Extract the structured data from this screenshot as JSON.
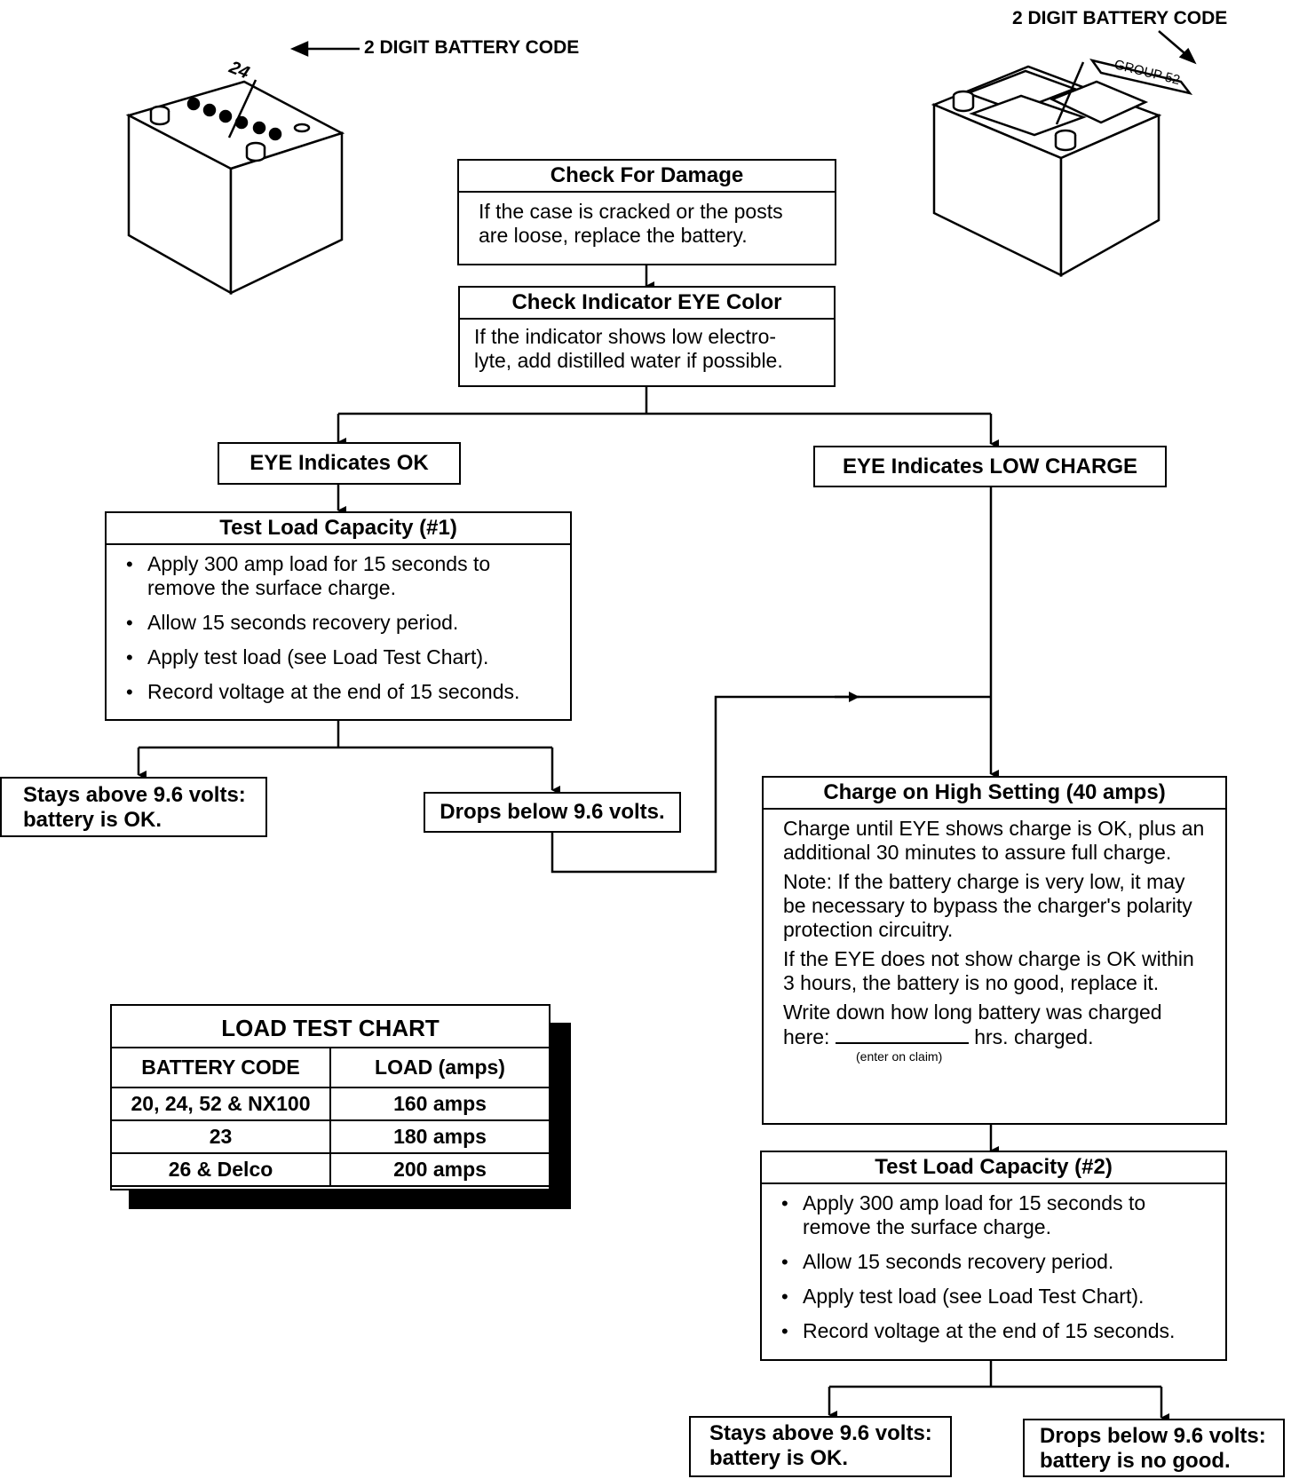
{
  "battery_left": {
    "callout": "2 DIGIT BATTERY CODE",
    "printed_code": "24"
  },
  "battery_right": {
    "callout": "2 DIGIT BATTERY CODE",
    "tag": "GROUP 52"
  },
  "check_damage": {
    "title": "Check For Damage",
    "text": "If the case is cracked or the posts are loose, replace the battery."
  },
  "check_eye": {
    "title": "Check Indicator EYE Color",
    "line1": "If the indicator shows low electro-",
    "line2": "lyte, add distilled water if possible."
  },
  "eye_ok": "EYE Indicates OK",
  "eye_low": "EYE Indicates LOW CHARGE",
  "test1": {
    "title": "Test Load Capacity (#1)",
    "items": [
      "Apply 300 amp load for 15 seconds to remove the surface charge.",
      "Allow 15 seconds recovery period.",
      "Apply test load (see Load Test Chart).",
      "Record voltage at the end of 15 seconds."
    ]
  },
  "result1_ok": {
    "line1": "Stays above 9.6 volts:",
    "line2": "battery is OK."
  },
  "result1_drop": "Drops below 9.6 volts.",
  "charge": {
    "title": "Charge on High Setting (40 amps)",
    "p1": "Charge until EYE shows charge is OK, plus an additional 30 minutes to assure full charge.",
    "p2": "Note: If the battery charge is very low, it may be necessary to bypass the charger's polarity protection circuitry.",
    "p3": "If the EYE does not show charge is OK within 3 hours, the battery is no good, replace it.",
    "p4a": "Write down how long battery was charged",
    "p4b": "here:",
    "p4c": "hrs. charged.",
    "hint": "(enter on claim)"
  },
  "test2": {
    "title": "Test Load Capacity (#2)",
    "items": [
      "Apply 300 amp load for 15 seconds to remove the surface charge.",
      "Allow 15 seconds recovery period.",
      "Apply test load (see Load Test Chart).",
      "Record voltage at the end of 15 seconds."
    ]
  },
  "result2_ok": {
    "line1": "Stays above 9.6 volts:",
    "line2": "battery is OK."
  },
  "result2_bad": {
    "line1": "Drops below 9.6 volts:",
    "line2": "battery is no good."
  },
  "load_chart": {
    "title": "LOAD TEST CHART",
    "headers": [
      "BATTERY CODE",
      "LOAD (amps)"
    ],
    "rows": [
      [
        "20, 24, 52 & NX100",
        "160 amps"
      ],
      [
        "23",
        "180 amps"
      ],
      [
        "26 & Delco",
        "200 amps"
      ]
    ]
  }
}
